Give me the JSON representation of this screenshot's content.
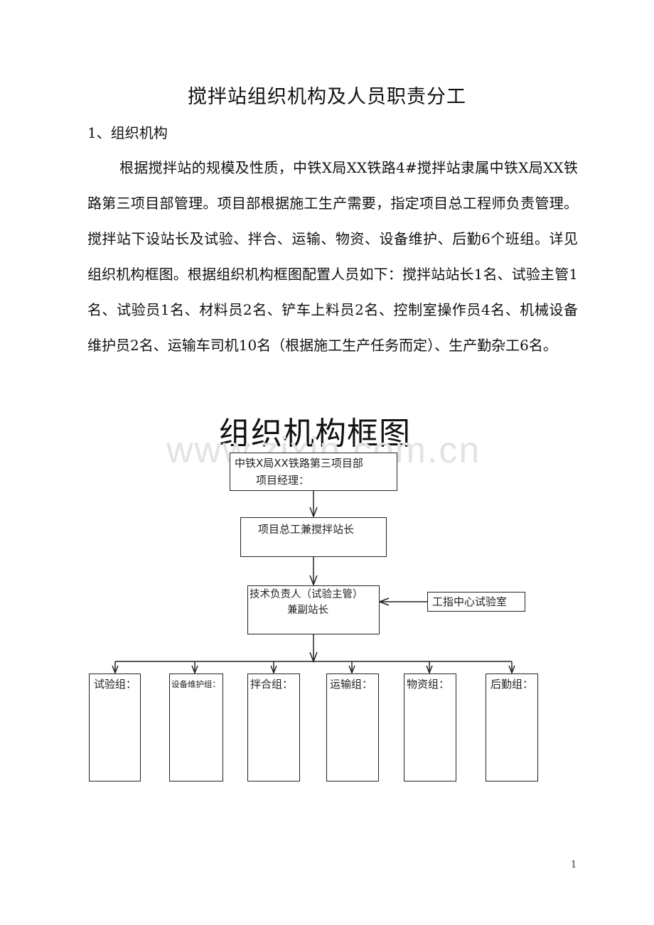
{
  "document": {
    "title": "搅拌站组织机构及人员职责分工",
    "section_heading": "1、组织机构",
    "paragraph": "根据搅拌站的规模及性质，中铁X局XX铁路4#搅拌站隶属中铁X局XX铁路第三项目部管理。项目部根据施工生产需要，指定项目总工程师负责管理。搅拌站下设站长及试验、拌合、运输、物资、设备维护、后勤6个班组。详见组织机构框图。根据组织机构框图配置人员如下：搅拌站站长1名、试验主管1名、试验员1名、材料员2名、铲车上料员2名、控制室操作员4名、机械设备维护员2名、运输车司机10名（根据施工生产任务而定）、生产勤杂工6名。",
    "page_number": "1"
  },
  "watermark": "www.zixin.com.cn",
  "org_chart": {
    "title": "组织机构框图",
    "nodes": {
      "project_manager": {
        "line1": "中铁X局XX铁路第三项目部",
        "line2": "项目经理："
      },
      "chief_engineer": {
        "line1": "项目总工兼搅拌站长"
      },
      "technical_lead": {
        "line1": "技术负责人（试验主管）",
        "line2": "兼副站长"
      },
      "central_lab": {
        "line1": "工指中心试验室"
      }
    },
    "groups": [
      {
        "label": "试验组："
      },
      {
        "label": "设备维护组："
      },
      {
        "label": "拌合组："
      },
      {
        "label": "运输组："
      },
      {
        "label": "物资组："
      },
      {
        "label": "后勤组："
      }
    ]
  },
  "chart_data": {
    "type": "table",
    "title": "组织机构框图",
    "hierarchy": [
      {
        "node": "中铁X局XX铁路第三项目部 项目经理：",
        "children": [
          "项目总工兼搅拌站长"
        ]
      },
      {
        "node": "项目总工兼搅拌站长",
        "children": [
          "技术负责人（试验主管）兼副站长"
        ]
      },
      {
        "node": "工指中心试验室",
        "points_to": "技术负责人（试验主管）兼副站长"
      },
      {
        "node": "技术负责人（试验主管）兼副站长",
        "children": [
          "试验组：",
          "设备维护组：",
          "拌合组：",
          "运输组：",
          "物资组：",
          "后勤组："
        ]
      }
    ],
    "staffing": [
      {
        "role": "搅拌站站长",
        "count": 1
      },
      {
        "role": "试验主管",
        "count": 1
      },
      {
        "role": "试验员",
        "count": 1
      },
      {
        "role": "材料员",
        "count": 2
      },
      {
        "role": "铲车上料员",
        "count": 2
      },
      {
        "role": "控制室操作员",
        "count": 4
      },
      {
        "role": "机械设备维护员",
        "count": 2
      },
      {
        "role": "运输车司机",
        "count": 10
      },
      {
        "role": "生产勤杂工",
        "count": 6
      }
    ]
  }
}
